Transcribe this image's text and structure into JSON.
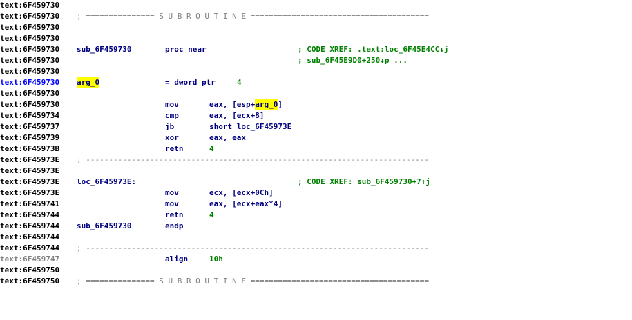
{
  "lines": [
    {
      "addr": "text:6F459730"
    },
    {
      "addr": "text:6F459730",
      "sep": "; =============== S U B R O U T I N E ======================================="
    },
    {
      "addr": "text:6F459730"
    },
    {
      "addr": "text:6F459730"
    },
    {
      "addr": "text:6F459730",
      "label": "sub_6F459730",
      "mnem": "proc near",
      "cmt": "; CODE XREF: .text:loc_6F45E4CC↓j"
    },
    {
      "addr": "text:6F459730",
      "cmt": "; sub_6F45E9D0+250↓p ..."
    },
    {
      "addr": "text:6F459730"
    },
    {
      "addr": "text:6F459730",
      "label": "arg_0",
      "mnem": "= dword ptr",
      "ops": "4",
      "selected": true
    },
    {
      "addr": "text:6F459730"
    },
    {
      "addr": "text:6F459730",
      "mnem": "mov",
      "ops_pre": "eax, [esp+",
      "ops_hl": "arg_0",
      "ops_post": "]"
    },
    {
      "addr": "text:6F459734",
      "mnem": "cmp",
      "ops": "eax, [ecx+8]"
    },
    {
      "addr": "text:6F459737",
      "mnem": "jb",
      "ops": "short loc_6F45973E"
    },
    {
      "addr": "text:6F459739",
      "mnem": "xor",
      "ops": "eax, eax"
    },
    {
      "addr": "text:6F45973B",
      "mnem": "retn",
      "ops": "4"
    },
    {
      "addr": "text:6F45973E",
      "sep": "; ---------------------------------------------------------------------------"
    },
    {
      "addr": "text:6F45973E"
    },
    {
      "addr": "text:6F45973E",
      "label": "loc_6F45973E:",
      "cmt": "; CODE XREF: sub_6F459730+7↑j"
    },
    {
      "addr": "text:6F45973E",
      "mnem": "mov",
      "ops": "ecx, [ecx+0Ch]"
    },
    {
      "addr": "text:6F459741",
      "mnem": "mov",
      "ops": "eax, [ecx+eax*4]"
    },
    {
      "addr": "text:6F459744",
      "mnem": "retn",
      "ops": "4"
    },
    {
      "addr": "text:6F459744",
      "label": "sub_6F459730",
      "mnem": "endp"
    },
    {
      "addr": "text:6F459744"
    },
    {
      "addr": "text:6F459744",
      "sep": "; ---------------------------------------------------------------------------"
    },
    {
      "addr": "text:6F459747",
      "mnem": "align",
      "ops": "10h",
      "dim": true
    },
    {
      "addr": "text:6F459750"
    },
    {
      "addr": "text:6F459750",
      "sep": "; =============== S U B R O U T I N E ======================================="
    }
  ]
}
